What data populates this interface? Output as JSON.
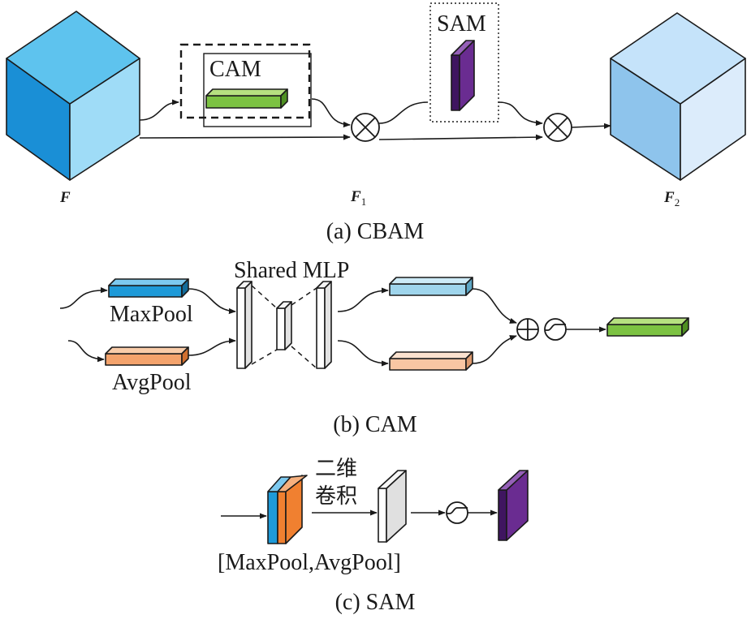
{
  "cbam": {
    "input_label": "F",
    "f1_main": "F",
    "f1_sub": "1",
    "f2_main": "F",
    "f2_sub": "2",
    "cam_label": "CAM",
    "sam_label": "SAM",
    "caption": "(a) CBAM"
  },
  "cam": {
    "maxpool_label": "MaxPool",
    "avgpool_label": "AvgPool",
    "mlp_label": "Shared MLP",
    "caption": "(b) CAM"
  },
  "sam": {
    "conv_label_line1": "二维",
    "conv_label_line2": "卷积",
    "concat_label": "[MaxPool,AvgPool]",
    "caption": "(c) SAM"
  },
  "colors": {
    "input_cube_front": "#1a8fd6",
    "input_cube_side": "#9fdcf7",
    "input_cube_top": "#5ec3ee",
    "output_cube_front": "#8ec4ec",
    "output_cube_side": "#dcecfb",
    "output_cube_top": "#c5e3fa",
    "channel_attention_green": "#7cc242",
    "spatial_attention_purple": "#6a2c91",
    "maxpool_blue": "#1e9ad8",
    "avgpool_orange": "#f4a36c",
    "mlp_out_blue": "#9fd5ec",
    "mlp_out_peach": "#f9c6a3"
  }
}
